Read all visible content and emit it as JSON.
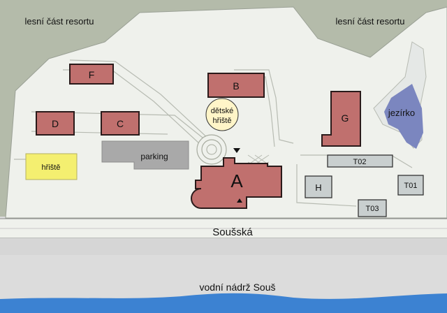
{
  "labels": {
    "forest_left": "lesní část resortu",
    "forest_right": "lesní část resortu",
    "lake": "jezírko",
    "kids_playground": [
      "dětské",
      "hřiště"
    ],
    "playground": "hřiště",
    "parking": "parking",
    "street": "Soušská",
    "reservoir": "vodní nádrž Souš"
  },
  "buildings": {
    "A": "A",
    "B": "B",
    "C": "C",
    "D": "D",
    "F": "F",
    "G": "G",
    "H": "H",
    "T01": "T01",
    "T02": "T02",
    "T03": "T03"
  },
  "colors": {
    "background": "#dcdcdc",
    "forest": "#b4bbaa",
    "grounds": "#eff1ec",
    "building": "#c0706e",
    "building_outline": "#2a1a1a",
    "cottage": "#c9cfcf",
    "kids_playground": "#fff5c8",
    "playground": "#f4ef70",
    "parking": "#a9a9a9",
    "lake": "#7b86bf",
    "water": "#3c82d2"
  }
}
